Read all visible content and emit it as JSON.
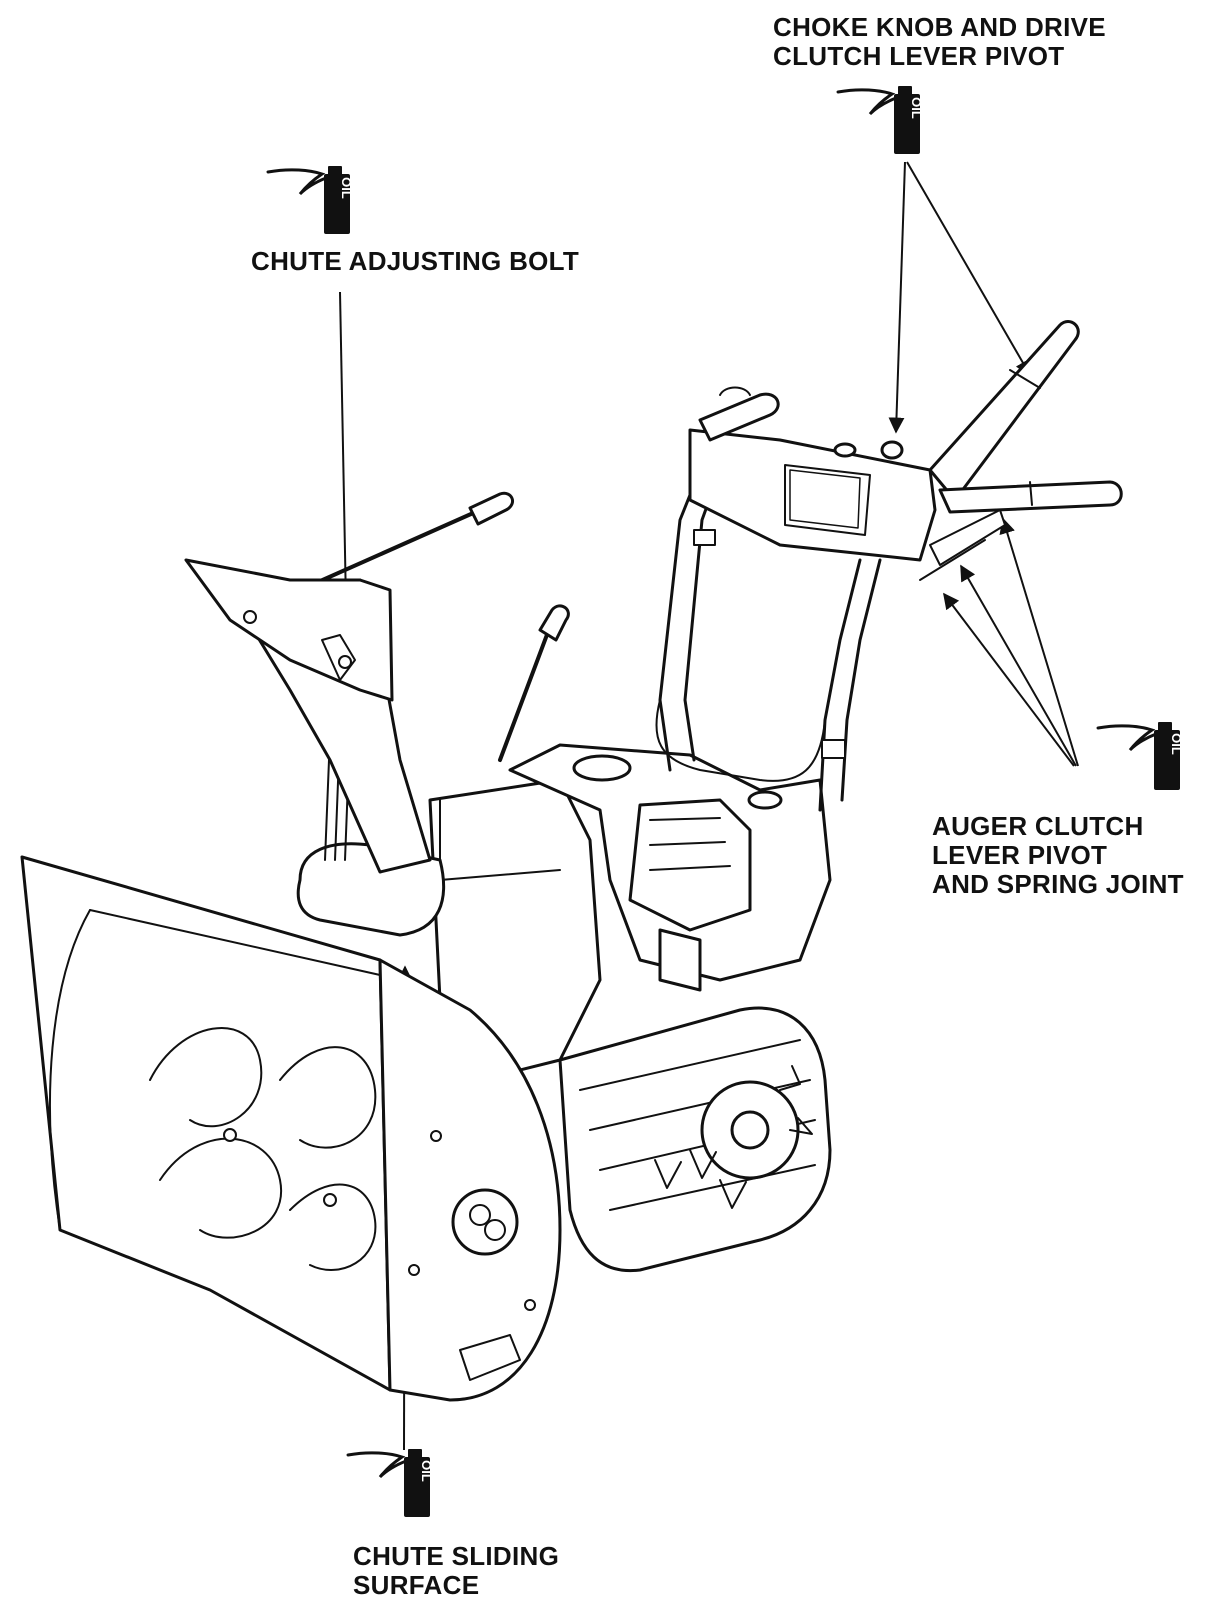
{
  "labels": {
    "choke": {
      "line1": "CHOKE KNOB AND DRIVE",
      "line2": "CLUTCH LEVER PIVOT"
    },
    "chute_bolt": {
      "line1": "CHUTE ADJUSTING BOLT"
    },
    "auger": {
      "line1": "AUGER CLUTCH",
      "line2": "LEVER PIVOT",
      "line3": "AND SPRING JOINT"
    },
    "chute_slide": {
      "line1": "CHUTE SLIDING",
      "line2": "SURFACE"
    }
  },
  "oil_can_text": "OIL",
  "icons": [
    "oil-can-icon"
  ],
  "colors": {
    "line": "#111111",
    "background": "#ffffff"
  }
}
